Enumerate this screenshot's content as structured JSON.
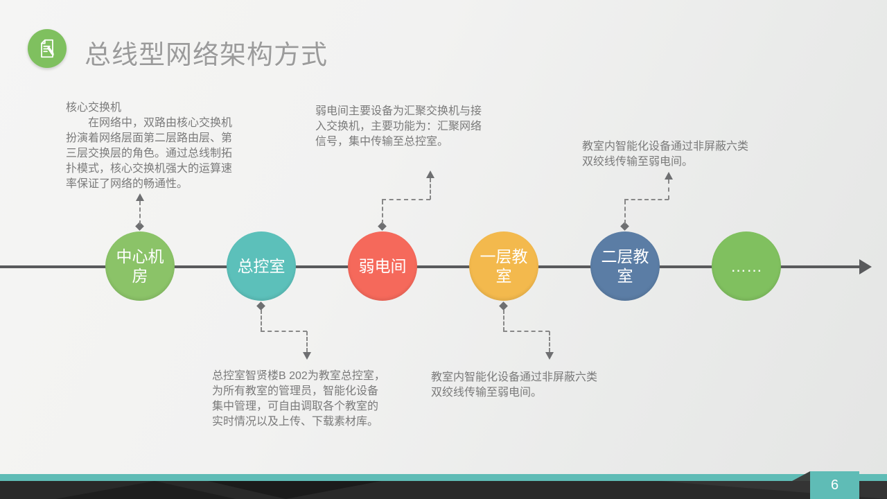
{
  "header": {
    "title": "总线型网络架构方式"
  },
  "annotations": [
    {
      "id": "core-switch-note",
      "text": "核心交换机\n　　在网络中，双路由核心交换机\n扮演着网络层面第二层路由层、第\n三层交换层的角色。通过总线制拓\n扑模式，核心交换机强大的运算速\n率保证了网络的畅通性。"
    },
    {
      "id": "weak-current-room-note",
      "text": "弱电间主要设备为汇聚交换机与接\n入交换机，主要功能为：汇聚网络\n信号，集中传输至总控室。"
    },
    {
      "id": "classroom-f2-note",
      "text": "教室内智能化设备通过非屏蔽六类\n双绞线传输至弱电间。"
    },
    {
      "id": "control-room-note",
      "text": "总控室智贤楼B 202为教室总控室，\n为所有教室的管理员，智能化设备\n集中管理，可自由调取各个教室的\n实时情况以及上传、下载素材库。"
    },
    {
      "id": "classroom-f1-note",
      "text": "教室内智能化设备通过非屏蔽六类\n双绞线传输至弱电间。"
    }
  ],
  "timeline": {
    "nodes": [
      {
        "label": "中心机\n房",
        "color": "#8bc368"
      },
      {
        "label": "总控室",
        "color": "#5cc0ba"
      },
      {
        "label": "弱电间",
        "color": "#f5695b"
      },
      {
        "label": "一层教\n室",
        "color": "#f3b94d"
      },
      {
        "label": "二层教\n室",
        "color": "#5b7da5"
      },
      {
        "label": "……",
        "color": "#80c05f"
      }
    ]
  },
  "footer": {
    "page_number": "6"
  },
  "colors": {
    "accent_teal": "#5fbcb6",
    "icon_green": "#7fc05f",
    "axis_gray": "#595a5c",
    "title_gray": "#9b9b9b",
    "body_text_gray": "#7a7a7a"
  }
}
